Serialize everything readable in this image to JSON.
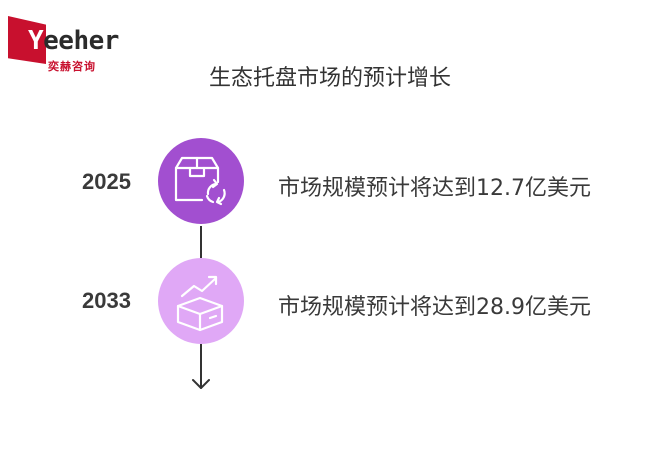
{
  "logo": {
    "word": "Yeeher",
    "subtitle": "奕赫咨询"
  },
  "title": "生态托盘市场的预计增长",
  "milestones": [
    {
      "year": "2025",
      "description": "市场规模预计将达到12.7亿美元",
      "icon": "recycle-box-icon",
      "color": "#a24fd0"
    },
    {
      "year": "2033",
      "description": "市场规模预计将达到28.9亿美元",
      "icon": "growth-box-icon",
      "color": "#e0a8f6"
    }
  ]
}
